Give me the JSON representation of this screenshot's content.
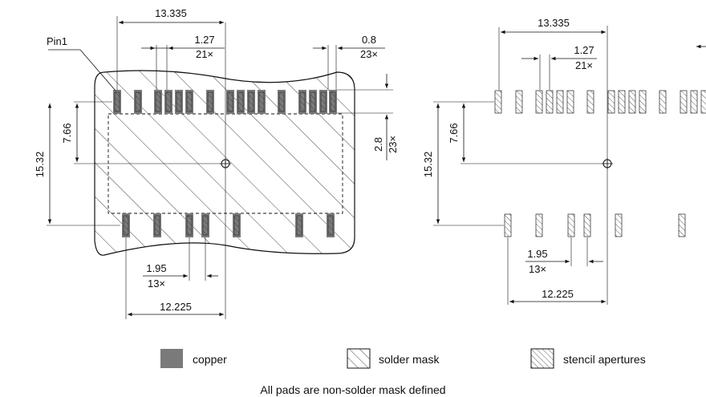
{
  "left_view": {
    "pin_label": "Pin1",
    "dim_top_width": "13.335",
    "dim_pitch_top": "1.27",
    "dim_pitch_top_count": "21×",
    "dim_pad_width": "0.8",
    "dim_pad_width_count": "23×",
    "dim_row_offset": "7.66",
    "dim_row_spacing": "15.32",
    "dim_pad_length": "2.8",
    "dim_pad_length_count": "23×",
    "dim_pitch_bottom": "1.95",
    "dim_pitch_bottom_count": "13×",
    "dim_bottom_width": "12.225"
  },
  "right_view": {
    "dim_top_width": "13.335",
    "dim_pitch_top": "1.27",
    "dim_pitch_top_count": "21×",
    "dim_row_offset": "7.66",
    "dim_row_spacing": "15.32",
    "dim_pitch_bottom": "1.95",
    "dim_pitch_bottom_count": "13×",
    "dim_bottom_width": "12.225"
  },
  "legend": {
    "copper": "copper",
    "solder_mask": "solder mask",
    "stencil": "stencil apertures",
    "copper_color": "#7a7a7a"
  },
  "footnote": "All pads are non-solder mask defined"
}
